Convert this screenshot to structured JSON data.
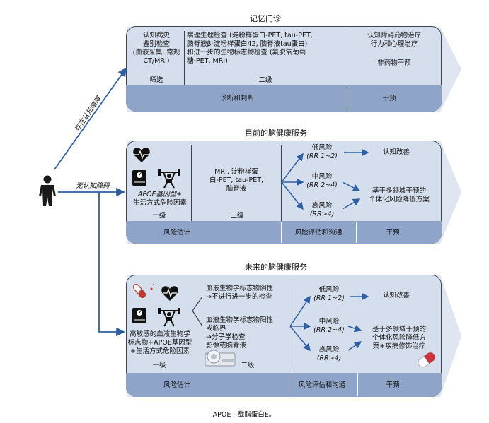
{
  "memory_clinic": {
    "title": "记忆门诊",
    "col1_lines": [
      "认知病史",
      "鉴别检查",
      "(血液采集, 常规",
      "CT/MRI)"
    ],
    "col1_label": "筛选",
    "col2_lines": [
      "病理生理检查 (淀粉样蛋白-PET, tau-PET,",
      "脑脊液β-淀粉样蛋白42, 脑脊液tau蛋白)",
      "和进一步的生物标志物检查 (氟脱氧葡萄",
      "糖-PET, MRI)"
    ],
    "col2_label": "二级",
    "col3_lines": [
      "认知障碍药物治疗",
      "行为和心理治疗"
    ],
    "col3_label": "非药物干预",
    "bar_left": "诊断和判断",
    "bar_right": "干预"
  },
  "current_service": {
    "title": "目前的脑健康服务",
    "col1_main": "APOE基因型+",
    "col1_line2": "生活方式危险因素",
    "col1_label": "一级",
    "col2_lines": [
      "MRI, 淀粉样蛋",
      "白-PET, tau-PET,",
      "脑脊液"
    ],
    "col2_label": "二级",
    "risk_low": [
      "低风险",
      "(RR 1~2)"
    ],
    "risk_mid": [
      "中风险",
      "(RR 2~4)"
    ],
    "risk_high": [
      "高风险",
      "(RR>4)"
    ],
    "outcome1": "认知改善",
    "outcome2_lines": [
      "基于多领域干预的",
      "个体化风险降低方案"
    ],
    "bar_left": "风险估计",
    "bar_mid": "风险评估和沟通",
    "bar_right": "干预"
  },
  "future_service": {
    "title": "未来的脑健康服务",
    "col1_lines": [
      "高敏感的血液生物学",
      "标志物+APOE基因型",
      "+生活方式危险因素"
    ],
    "col1_label": "一级",
    "neg_lines": [
      "血液生物学标志物阴性",
      "→不进行进一步的检查"
    ],
    "pos_lines": [
      "血液生物学标志物阳性",
      "或临界",
      "→分子学检查",
      "影像或脑脊液"
    ],
    "col2_label": "二级",
    "risk_low": [
      "低风险",
      "(RR 1~2)"
    ],
    "risk_mid": [
      "中风险",
      "(RR 2~4)"
    ],
    "risk_high": [
      "高风险",
      "(RR>4)"
    ],
    "outcome1": "认知改善",
    "outcome2_lines": [
      "基于多领域干预的",
      "个体化风险降低方",
      "案+疾病修饰治疗"
    ],
    "bar_left": "风险估计",
    "bar_mid": "风险评估和沟通",
    "bar_right": "干预"
  },
  "person": {
    "with_impairment": "存在认知障碍",
    "without_impairment": "无认知障碍"
  },
  "footnote": "APOE—载脂蛋白E。",
  "colors": {
    "panel_fill": "#d5deec",
    "bar_fill": "#8ea4c9",
    "arrow_fill": "#dfe6f1",
    "line": "#3a4454",
    "blue_arrow": "#2e5fa3"
  },
  "icons": [
    "person-icon",
    "heart-rate-icon",
    "weight-scale-icon",
    "weightlifter-icon",
    "test-tube-icon",
    "pill-icon",
    "scanner-icon"
  ]
}
